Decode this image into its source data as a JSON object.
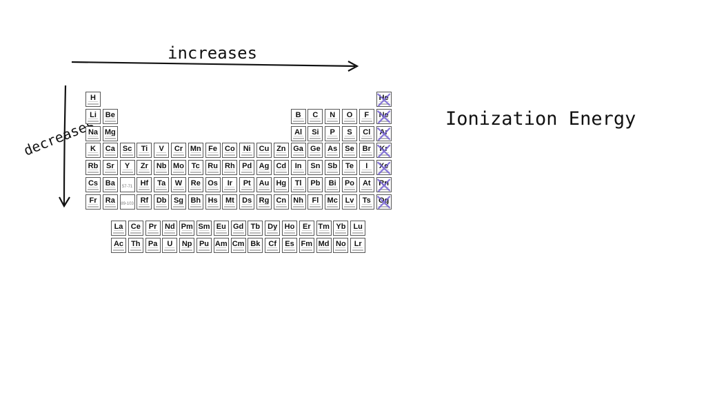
{
  "labels": {
    "increases": "increases",
    "decreases": "decreases",
    "title": "Ionization Energy"
  },
  "colors": {
    "ink": "#111111",
    "strike": "#7b68d6"
  },
  "main_table": {
    "rows": [
      [
        "H",
        "",
        "",
        "",
        "",
        "",
        "",
        "",
        "",
        "",
        "",
        "",
        "",
        "",
        "",
        "",
        "",
        "He"
      ],
      [
        "Li",
        "Be",
        "",
        "",
        "",
        "",
        "",
        "",
        "",
        "",
        "",
        "",
        "B",
        "C",
        "N",
        "O",
        "F",
        "Ne"
      ],
      [
        "Na",
        "Mg",
        "",
        "",
        "",
        "",
        "",
        "",
        "",
        "",
        "",
        "",
        "Al",
        "Si",
        "P",
        "S",
        "Cl",
        "Ar"
      ],
      [
        "K",
        "Ca",
        "Sc",
        "Ti",
        "V",
        "Cr",
        "Mn",
        "Fe",
        "Co",
        "Ni",
        "Cu",
        "Zn",
        "Ga",
        "Ge",
        "As",
        "Se",
        "Br",
        "Kr"
      ],
      [
        "Rb",
        "Sr",
        "Y",
        "Zr",
        "Nb",
        "Mo",
        "Tc",
        "Ru",
        "Rh",
        "Pd",
        "Ag",
        "Cd",
        "In",
        "Sn",
        "Sb",
        "Te",
        "I",
        "Xe"
      ],
      [
        "Cs",
        "Ba",
        "57-71",
        "Hf",
        "Ta",
        "W",
        "Re",
        "Os",
        "Ir",
        "Pt",
        "Au",
        "Hg",
        "Tl",
        "Pb",
        "Bi",
        "Po",
        "At",
        "Rn"
      ],
      [
        "Fr",
        "Ra",
        "89-103",
        "Rf",
        "Db",
        "Sg",
        "Bh",
        "Hs",
        "Mt",
        "Ds",
        "Rg",
        "Cn",
        "Nh",
        "Fl",
        "Mc",
        "Lv",
        "Ts",
        "Og"
      ]
    ]
  },
  "f_block": {
    "lanthanides": [
      "La",
      "Ce",
      "Pr",
      "Nd",
      "Pm",
      "Sm",
      "Eu",
      "Gd",
      "Tb",
      "Dy",
      "Ho",
      "Er",
      "Tm",
      "Yb",
      "Lu"
    ],
    "actinides": [
      "Ac",
      "Th",
      "Pa",
      "U",
      "Np",
      "Pu",
      "Am",
      "Cm",
      "Bk",
      "Cf",
      "Es",
      "Fm",
      "Md",
      "No",
      "Lr"
    ]
  }
}
